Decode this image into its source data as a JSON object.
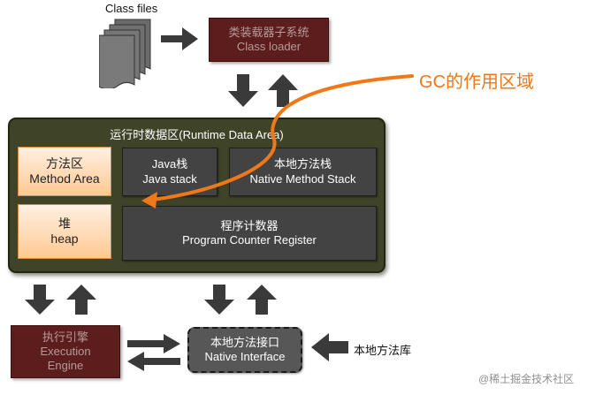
{
  "class_files": {
    "label": "Class files"
  },
  "class_loader": {
    "line1": "类装载器子系统",
    "line2": "Class loader"
  },
  "gc_label": "GC的作用区域",
  "runtime": {
    "title": "运行时数据区(Runtime Data Area)",
    "method_area": {
      "line1": "方法区",
      "line2": "Method Area"
    },
    "heap": {
      "line1": "堆",
      "line2": "heap"
    },
    "java_stack": {
      "line1": "Java栈",
      "line2": "Java stack"
    },
    "native_method_stack": {
      "line1": "本地方法栈",
      "line2": "Native Method Stack"
    },
    "pc_register": {
      "line1": "程序计数器",
      "line2": "Program Counter Register"
    }
  },
  "execution_engine": {
    "line1": "执行引擎",
    "line2": "Execution",
    "line3": "Engine"
  },
  "native_interface": {
    "line1": "本地方法接口",
    "line2": "Native Interface"
  },
  "native_library": {
    "label": "本地方法库"
  },
  "watermark": "@稀土掘金技术社区",
  "colors": {
    "gc_accent": "#f07818",
    "runtime_bg": "#3f4328",
    "maroon_box": "#5c1d1d",
    "highlight_box": "#ffc992",
    "arrow": "#3a3a3a"
  }
}
